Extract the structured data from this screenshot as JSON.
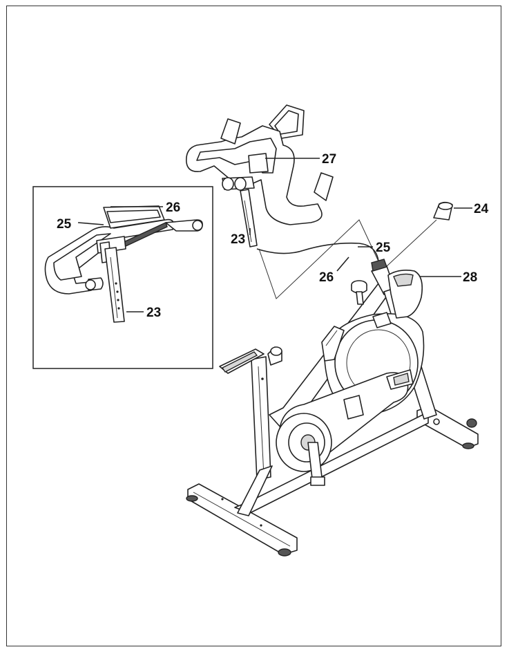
{
  "callouts": {
    "c27": "27",
    "c26_inset": "26",
    "c25_inset": "25",
    "c24": "24",
    "c23_main": "23",
    "c25_main": "25",
    "c28": "28",
    "c26_main": "26",
    "c23_inset": "23"
  },
  "colors": {
    "line": "#222222",
    "shade": "#d8d8d8",
    "background": "#ffffff"
  }
}
